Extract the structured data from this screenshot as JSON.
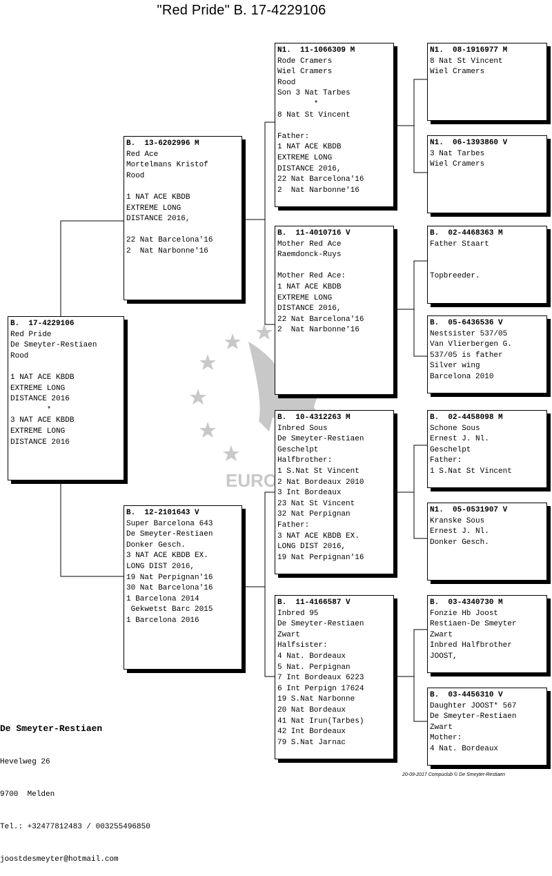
{
  "title": "\"Red Pride\"  B.  17-4229106",
  "pedigree": {
    "subject": {
      "ring": "B.  17-4229106",
      "text": "Red Pride\nDe Smeyter-Restiaen\nRood\n\n1 NAT ACE KBDB\nEXTREME LONG\nDISTANCE 2016\n        *\n3 NAT ACE KBDB\nEXTREME LONG\nDISTANCE 2016"
    },
    "sire": {
      "ring": "B.  13-6202996 M",
      "text": "Red Ace\nMortelmans Kristof\nRood\n\n1 NAT ACE KBDB\nEXTREME LONG\nDISTANCE 2016,\n\n22 Nat Barcelona'16\n2  Nat Narbonne'16"
    },
    "dam": {
      "ring": "B.  12-2101643 V",
      "text": "Super Barcelona 643\nDe Smeyter-Restiaen\nDonker Gesch.\n3 NAT ACE KBDB EX.\nLONG DIST 2016,\n19 Nat Perpignan'16\n30 Nat Barcelona'16\n1 Barcelona 2014\n Gekwetst Barc 2015\n1 Barcelona 2016"
    },
    "sire_sire": {
      "ring": "N1.  11-1066309 M",
      "text": "Rode Cramers\nWiel Cramers\nRood\nSon 3 Nat Tarbes\n        *\n8 Nat St Vincent\n\nFather:\n1 NAT ACE KBDB\nEXTREME LONG\nDISTANCE 2016,\n22 Nat Barcelona'16\n2  Nat Narbonne'16"
    },
    "sire_dam": {
      "ring": "B.  11-4010716 V",
      "text": "Mother Red Ace\nRaemdonck-Ruys\n\nMother Red Ace:\n1 NAT ACE KBDB\nEXTREME LONG\nDISTANCE 2016,\n22 Nat Barcelona'16\n2  Nat Narbonne'16"
    },
    "dam_sire": {
      "ring": "B.  10-4312263 M",
      "text": "Inbred Sous\nDe Smeyter-Restiaen\nGeschelpt\nHalfbrother:\n1 S.Nat St Vincent\n2 Nat Bordeaux 2010\n3 Int Bordeaux\n23 Nat St Vincent\n32 Nat Perpignan\nFather:\n3 NAT ACE KBDB EX.\nLONG DIST 2016,\n19 Nat Perpignan'16"
    },
    "dam_dam": {
      "ring": "B.  11-4166587 V",
      "text": "Inbred 95\nDe Smeyter-Restiaen\nZwart\nHalfsister:\n4 Nat. Bordeaux\n5 Nat. Perpignan\n7 Int Bordeaux 6223\n6 Int Perpign 17624\n19 S.Nat Narbonne\n20 Nat Bordeaux\n41 Nat Irun(Tarbes)\n42 Int Bordeaux\n79 S.Nat Jarnac"
    },
    "ss_sire": {
      "ring": "N1.  08-1916977 M",
      "text": "8 Nat St Vincent\nWiel Cramers"
    },
    "ss_dam": {
      "ring": "N1.  06-1393860 V",
      "text": "3 Nat Tarbes\nWiel Cramers"
    },
    "sd_sire": {
      "ring": "B.  02-4468363 M",
      "text": "Father Staart\n\n\nTopbreeder."
    },
    "sd_dam": {
      "ring": "B.  05-6436536 V",
      "text": "Nestsister 537/05\nVan Vlierbergen G.\n537/05 is father\nSilver wing\nBarcelona 2010"
    },
    "ds_sire": {
      "ring": "B.  02-4458098 M",
      "text": "Schone Sous\nErnest J. Nl.\nGeschelpt\nFather:\n1 S.Nat St Vincent"
    },
    "ds_dam": {
      "ring": "N1.  05-0531907 V",
      "text": "Kranske Sous\nErnest J. Nl.\nDonker Gesch."
    },
    "dd_sire": {
      "ring": "B.  03-4340730 M",
      "text": "Fonzie Hb Joost\nRestiaen-De Smeyter\nZwart\nInbred Halfbrother\nJOOST,"
    },
    "dd_dam": {
      "ring": "B.  03-4456310 V",
      "text": "Daughter JOOST* 567\nDe Smeyter-Restiaen\nZwart\nMother:\n4 Nat. Bordeaux"
    }
  },
  "owner": {
    "name": "De Smeyter-Restiaen",
    "street": "Hevelweg 26",
    "city": "9700  Melden",
    "phone": "Tel.: +32477812483 / 003255496850",
    "email": "joostdesmeyter@hotmail.com"
  },
  "watermark_text": "EUROPIGEON",
  "footer": "20-09-2017    Compuclub © De Smeyter-Restiaen",
  "colors": {
    "watermark": "#c8c8c8",
    "border": "#000000"
  }
}
